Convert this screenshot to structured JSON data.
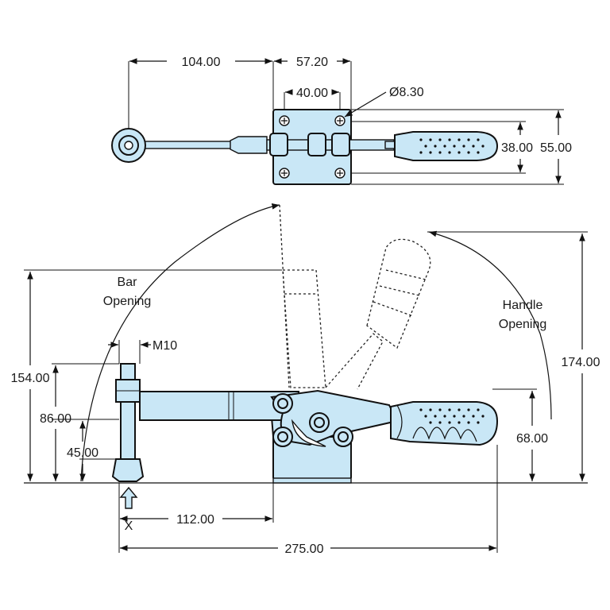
{
  "diagram": {
    "top_view": {
      "dim_104": "104.00",
      "dim_57_20": "57.20",
      "dim_40": "40.00",
      "dim_hole": "Ø8.30",
      "dim_38": "38.00",
      "dim_55": "55.00"
    },
    "side_view": {
      "bar_opening": [
        "Bar",
        "Opening"
      ],
      "handle_opening": [
        "Handle",
        "Opening"
      ],
      "thread": "M10",
      "dim_154": "154.00",
      "dim_86": "86.00",
      "dim_45": "45.00",
      "dim_174": "174.00",
      "dim_68": "68.00",
      "dim_112": "112.00",
      "dim_275": "275.00",
      "x_label": "X"
    },
    "colors": {
      "part_fill": "#c9e7f6",
      "outline": "#111111"
    }
  }
}
